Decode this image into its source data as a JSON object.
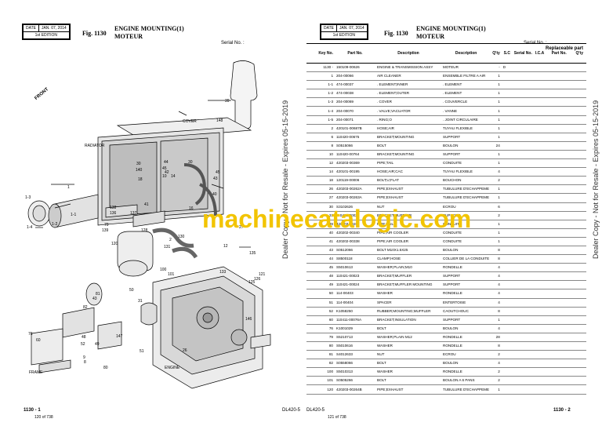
{
  "left": {
    "date_label": "DATE",
    "date_value": "JAN. 07, 2014",
    "edition": "1st EDITION",
    "fig": "Fig. 1130",
    "title": "ENGINE MOUNTING(1)",
    "subtitle": "MOTEUR",
    "serial": "Serial No. :",
    "footer_page": "1130 - 1",
    "footer_count": "120 of 738",
    "footer_model": "DL420-5",
    "labels": {
      "front": "FRONT",
      "cover": "COVER",
      "radiator": "RADIATOR",
      "engine": "ENGINE",
      "frame": "FRAME",
      "n39": "39",
      "n148": "148",
      "n30": "30",
      "n140": "140",
      "n44a": "44",
      "n45a": "45",
      "n42": "42",
      "n10": "10",
      "n14a": "14",
      "n30b": "30",
      "n45b": "45",
      "n43": "43",
      "n18": "18",
      "n1": "1",
      "n13": "1-3",
      "n14b": "1-4",
      "n12": "1-2",
      "n11": "1-1",
      "n138": "138",
      "n136": "136",
      "n137": "137",
      "n79": "79",
      "n139": "139",
      "n128": "128",
      "n120": "120",
      "n2": "2",
      "n131": "131",
      "n130": "130",
      "n27": "27",
      "n12b": "12",
      "n135": "135",
      "n100": "100",
      "n101": "101",
      "n133": "133",
      "n121": "121",
      "n126": "126",
      "n125": "125",
      "n81": "81",
      "n43b": "43",
      "n50": "50",
      "n31": "31",
      "n82": "82",
      "n76": "76",
      "n60": "60",
      "n48": "48",
      "n52": "52",
      "n49": "49",
      "n147": "147",
      "n80": "80",
      "n51": "51",
      "n146": "146",
      "n41": "41",
      "n8": "8",
      "n40": "40",
      "n16": "16",
      "n26": "26",
      "n9": "9"
    }
  },
  "right": {
    "date_label": "DATE",
    "date_value": "JAN. 07, 2014",
    "edition": "1st EDITION",
    "fig": "Fig. 1130",
    "title": "ENGINE MOUNTING(1)",
    "subtitle": "MOTEUR",
    "serial": "Serial No. :",
    "replaceable": "Replaceable part",
    "footer_page": "1130 - 2",
    "footer_count": "121 of 738",
    "footer_model": "DL420-5",
    "headers": [
      "Key No.",
      "Part No.",
      "Description",
      "Description",
      "Q'ty",
      "S.C",
      "Serial No.",
      "I.C.A",
      "Part No.",
      "Q'ty"
    ],
    "rows": [
      [
        "1130 -",
        "150109-00626",
        "ENGINE & TRANSMISSION ASSY",
        "MOTEUR",
        "-",
        "D"
      ],
      [
        "1",
        "204-00066",
        "AIR CLEANER",
        "ENSEMBLE FILTRE A AIR",
        "1",
        ""
      ],
      [
        "1-1",
        "474-00037",
        ". ELEMENT;INNER",
        ". ELEMENT",
        "1",
        ""
      ],
      [
        "1-2",
        "474-00038",
        ". ELEMENT;OUTER",
        ". ELEMENT",
        "1",
        ""
      ],
      [
        "1-3",
        "204-00069",
        ". COVER",
        ". COUVERCLE",
        "1",
        ""
      ],
      [
        "1-4",
        "204-00070",
        ". VALVE;VACUATOR",
        ". VANNE",
        "1",
        ""
      ],
      [
        "1-5",
        "204-00071",
        ". RING;O",
        ". JOINT CIRCULAIRE",
        "1",
        ""
      ],
      [
        "2",
        "420101-00687B",
        "HOSE;AIR",
        "TUYAU FLEXIBLE",
        "1",
        ""
      ],
      [
        "6",
        "110420-00675",
        "BRACKET;MOUNTING",
        "SUPPORT",
        "1",
        ""
      ],
      [
        "8",
        "S0515066",
        "BOLT",
        "BOULON",
        "24",
        ""
      ],
      [
        "10",
        "110420-00764",
        "BRACKET;MOUNTING",
        "SUPPORT",
        "1",
        ""
      ],
      [
        "12",
        "420203-00369",
        "PIPE;TAIL",
        "CONDUITE",
        "1",
        ""
      ],
      [
        "14",
        "420101-00195",
        "HOSE;AIR;CAC",
        "TUYAU FLEXIBLE",
        "4",
        ""
      ],
      [
        "18",
        "120119-00006",
        "BOLT;U;FLAT",
        "BOUCHON",
        "2",
        ""
      ],
      [
        "26",
        "420203-00262A",
        "PIPE;EXHAUST",
        "TUBULURE D'ECHAPPEME",
        "1",
        ""
      ],
      [
        "27",
        "420203-00263A",
        "PIPE;EXHAUST",
        "TUBULURE D'ECHAPPEME",
        "1",
        ""
      ],
      [
        "30",
        "S3102626",
        "NUT",
        "ECROU",
        "6",
        ""
      ],
      [
        "31",
        "110421-00022",
        "BRACKET;MUFFLER",
        "SUPPORT",
        "2",
        ""
      ],
      [
        "39",
        "420203-00266",
        "PIPE;TAIL",
        "CONDUITE",
        "1",
        ""
      ],
      [
        "40",
        "420202-00340",
        "PIPE;AIR COOLER",
        "CONDUITE",
        "1",
        ""
      ],
      [
        "41",
        "420202-00338",
        "PIPE;AIR COOLER",
        "CONDUITE",
        "1",
        ""
      ],
      [
        "43",
        "S0512066",
        "BOLT M10X1.5X25",
        "BOULON",
        "8",
        ""
      ],
      [
        "44",
        "S8500118",
        "CLAMP;HOSE",
        "COLLIER DE LA CONDUITE",
        "8",
        ""
      ],
      [
        "45",
        "S5010613",
        "WASHER;PLAIN;M10",
        "RONDELLE",
        "4",
        ""
      ],
      [
        "48",
        "110421-00023",
        "BRACKET;MUFFLER",
        "SUPPORT",
        "4",
        ""
      ],
      [
        "49",
        "110421-00024",
        "BRACKET;MUFFLER MOUNTING",
        "SUPPORT",
        "4",
        ""
      ],
      [
        "50",
        "114-00403",
        "WASHER",
        "RONDELLE",
        "4",
        ""
      ],
      [
        "51",
        "114-00404",
        "SPACER",
        "ENTERTOISE",
        "4",
        ""
      ],
      [
        "52",
        "K1058250",
        "RUBBER;MOUNTING;MUFFLER",
        "CAOUTCHOUC",
        "8",
        ""
      ],
      [
        "60",
        "110411-00076A",
        "BRACKET;INSULATION",
        "SUPPORT",
        "1",
        ""
      ],
      [
        "76",
        "K1001029",
        "BOLT",
        "BOULON",
        "4",
        ""
      ],
      [
        "79",
        "S5210713",
        "WASHER;PLAIN M12",
        "RONDELLE",
        "28",
        ""
      ],
      [
        "80",
        "S5010616",
        "WASHER",
        "RONDELLE",
        "8",
        ""
      ],
      [
        "81",
        "S4012633",
        "NUT",
        "ECROU",
        "2",
        ""
      ],
      [
        "82",
        "S0558066",
        "BOLT",
        "BOULON",
        "4",
        ""
      ],
      [
        "100",
        "S5010313",
        "WASHER",
        "RONDELLE",
        "2",
        ""
      ],
      [
        "101",
        "S0505266",
        "BOLT",
        "BOULON A 6 PANS",
        "2",
        ""
      ],
      [
        "120",
        "420203-00264B",
        "PIPE;EXHAUST",
        "TUBULURE D'ECHAPPEME",
        "1",
        ""
      ]
    ]
  },
  "watermark": "machinecatalogic.com",
  "dealer_note": "Dealer Copy - Not for Resale - Expires 05-15-2019",
  "colors": {
    "watermark": "#f2c400"
  }
}
